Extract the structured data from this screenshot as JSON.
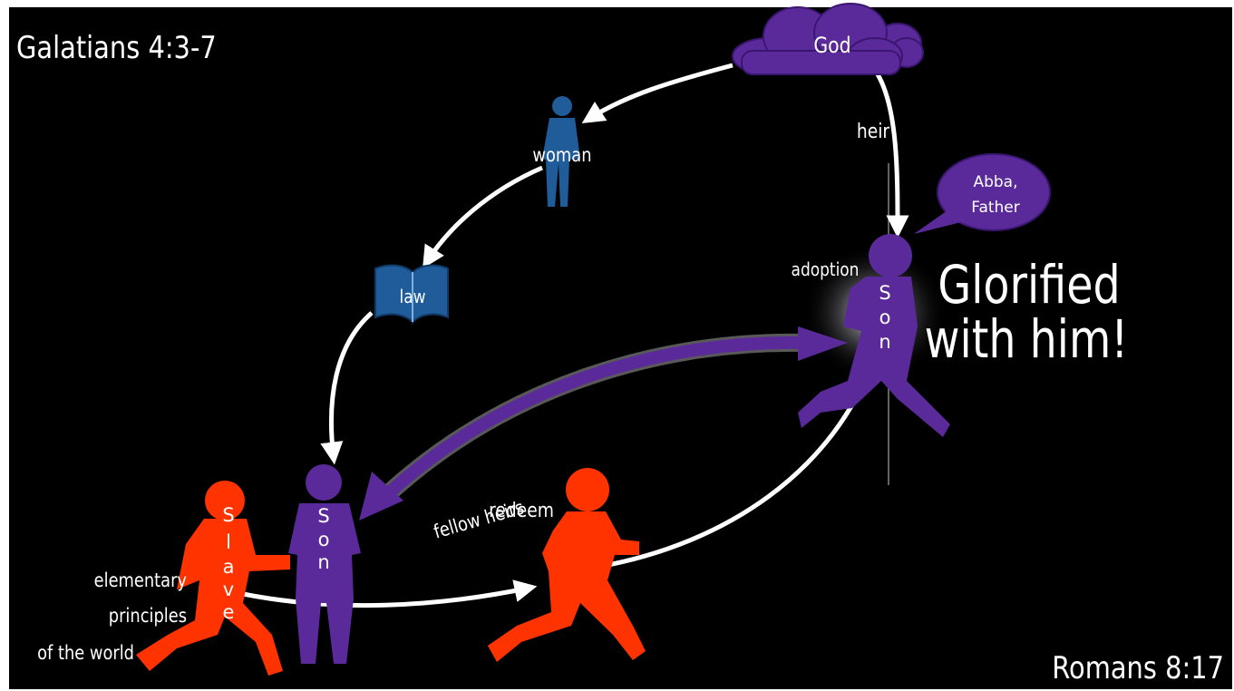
{
  "title_top": "Galatians 4:3-7",
  "title_bottom": "Romans 8:17",
  "god": "God",
  "heir": "heir",
  "woman": "woman",
  "law": "law",
  "fellow_heirs": "fellow heirs",
  "adoption": "adoption",
  "bubble_line1": "Abba,",
  "bubble_line2": "Father",
  "glorified_line1": "Glorified",
  "glorified_line2": "with him!",
  "redeem": "redeem",
  "principles_line1": "elementary",
  "principles_line2": "principles",
  "principles_line3": "of the world",
  "slave_letters": [
    "S",
    "l",
    "a",
    "v",
    "e"
  ],
  "son_letters": [
    "S",
    "o",
    "n"
  ],
  "colors": {
    "background": "#000000",
    "purple": "#5b2a9a",
    "red": "#ff3300",
    "blue": "#1f5c99",
    "white": "#ffffff"
  },
  "icons": [
    "cloud-icon",
    "woman-figure-icon",
    "book-icon",
    "boy-runner-icon",
    "man-standing-icon",
    "speech-bubble-icon"
  ]
}
